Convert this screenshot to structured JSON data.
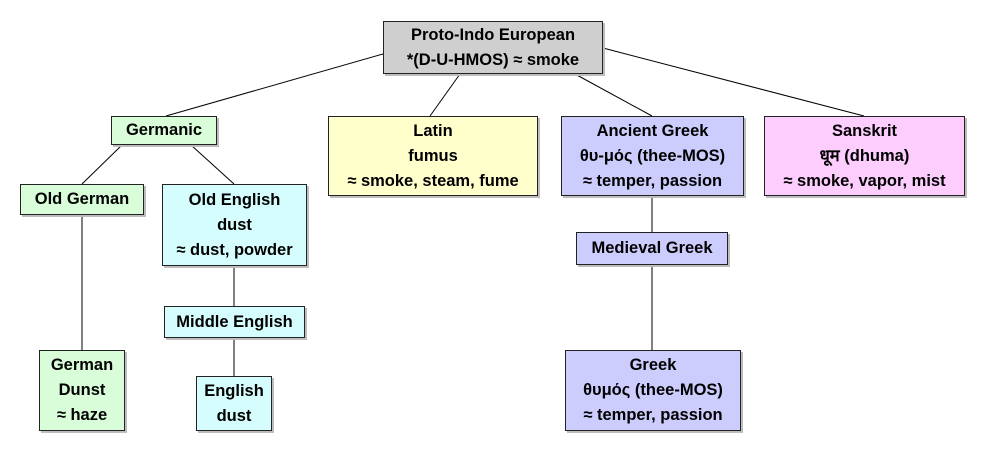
{
  "nodes": {
    "pie": {
      "name": "Proto-Indo European",
      "word": "*(D-U-HMOS) ≈ smoke"
    },
    "germanic": {
      "name": "Germanic"
    },
    "latin": {
      "name": "Latin",
      "word": "fumus",
      "meaning": "≈ smoke, steam, fume"
    },
    "anc_greek": {
      "name": "Ancient Greek",
      "word": "θυ-μός (thee-MOS)",
      "meaning": "≈ temper, passion"
    },
    "sanskrit": {
      "name": "Sanskrit",
      "word": "धूम (dhuma)",
      "meaning": "≈ smoke, vapor, mist"
    },
    "old_german": {
      "name": "Old German"
    },
    "old_english": {
      "name": "Old English",
      "word": "dust",
      "meaning": "≈ dust, powder"
    },
    "mid_english": {
      "name": "Middle English"
    },
    "med_greek": {
      "name": "Medieval Greek"
    },
    "german": {
      "name": "German",
      "word": "Dunst",
      "meaning": "≈ haze"
    },
    "english": {
      "name": "English",
      "word": "dust"
    },
    "greek": {
      "name": "Greek",
      "word": "θυμός (thee-MOS)",
      "meaning": "≈ temper, passion"
    }
  }
}
